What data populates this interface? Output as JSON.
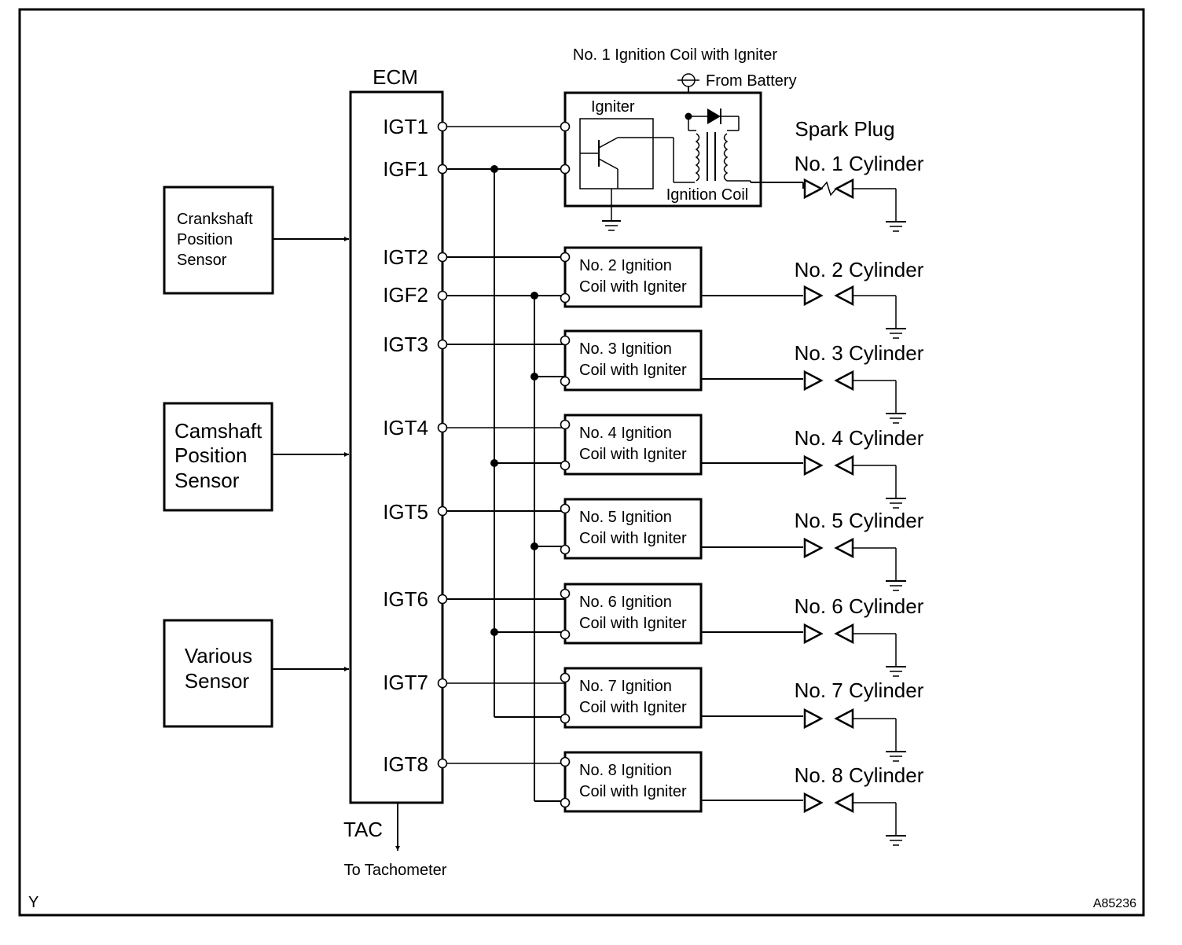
{
  "ecm": {
    "title": "ECM",
    "pins": [
      {
        "igt": "IGT1",
        "igf": "IGF1"
      },
      {
        "igt": "IGT2",
        "igf": "IGF2"
      },
      {
        "igt": "IGT3",
        "igf": ""
      },
      {
        "igt": "IGT4",
        "igf": ""
      },
      {
        "igt": "IGT5",
        "igf": ""
      },
      {
        "igt": "IGT6",
        "igf": ""
      },
      {
        "igt": "IGT7",
        "igf": ""
      },
      {
        "igt": "IGT8",
        "igf": ""
      }
    ],
    "tac": "TAC",
    "tac_note": "To Tachometer"
  },
  "sensors": {
    "crankshaft": [
      "Crankshaft",
      "Position",
      "Sensor"
    ],
    "camshaft": [
      "Camshaft",
      "Position",
      "Sensor"
    ],
    "various": [
      "Various",
      "Sensor"
    ]
  },
  "coil1": {
    "title": "No. 1 Ignition Coil with Igniter",
    "battery": "From Battery",
    "igniter": "Igniter",
    "coil": "Ignition Coil"
  },
  "coils": [
    [
      "No. 2 Ignition",
      "Coil with Igniter"
    ],
    [
      "No. 3 Ignition",
      "Coil with Igniter"
    ],
    [
      "No. 4 Ignition",
      "Coil with Igniter"
    ],
    [
      "No. 5 Ignition",
      "Coil with Igniter"
    ],
    [
      "No. 6 Ignition",
      "Coil with Igniter"
    ],
    [
      "No. 7 Ignition",
      "Coil with Igniter"
    ],
    [
      "No. 8 Ignition",
      "Coil with Igniter"
    ]
  ],
  "spark_plug_label": "Spark Plug",
  "cylinders": [
    "No. 1 Cylinder",
    "No. 2 Cylinder",
    "No. 3 Cylinder",
    "No. 4 Cylinder",
    "No. 5 Cylinder",
    "No. 6 Cylinder",
    "No. 7 Cylinder",
    "No. 8 Cylinder"
  ],
  "corner_left": "Y",
  "figure_code": "A85236"
}
